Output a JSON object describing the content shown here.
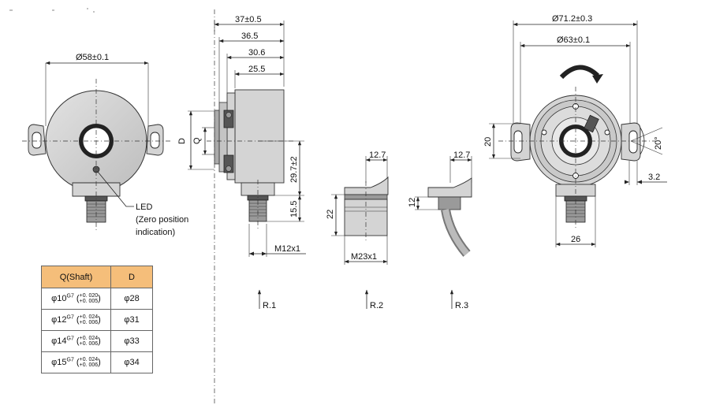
{
  "dims": {
    "d58": "Ø58±0.1",
    "d37": "37±0.5",
    "d36": "36.5",
    "d30": "30.6",
    "d25": "25.5",
    "D": "D",
    "Q": "Q",
    "d29": "29.7±2",
    "d15": "15.5",
    "m12": "M12x1",
    "d12_7a": "12.7",
    "d22": "22",
    "m23": "M23x1",
    "d12_7b": "12.7",
    "d12": "12",
    "d71": "Ø71.2±0.3",
    "d63": "Ø63±0.1",
    "d20": "20",
    "a20": "20°",
    "d3_2": "3.2",
    "d26": "26"
  },
  "led": {
    "line1": "LED",
    "line2": "(Zero position",
    "line3": "indication)"
  },
  "views": [
    "R.1",
    "R.2",
    "R.3"
  ],
  "table": {
    "headers": [
      "Q(Shaft)",
      "D"
    ],
    "rows": [
      {
        "q": "φ10",
        "fit": "G7",
        "upper": "+0. 020",
        "lower": "+0. 005",
        "d": "φ28"
      },
      {
        "q": "φ12",
        "fit": "G7",
        "upper": "+0. 024",
        "lower": "+0. 006",
        "d": "φ31"
      },
      {
        "q": "φ14",
        "fit": "G7",
        "upper": "+0. 024",
        "lower": "+0. 006",
        "d": "φ33"
      },
      {
        "q": "φ15",
        "fit": "G7",
        "upper": "+0. 024",
        "lower": "+0. 006",
        "d": "φ34"
      }
    ]
  }
}
